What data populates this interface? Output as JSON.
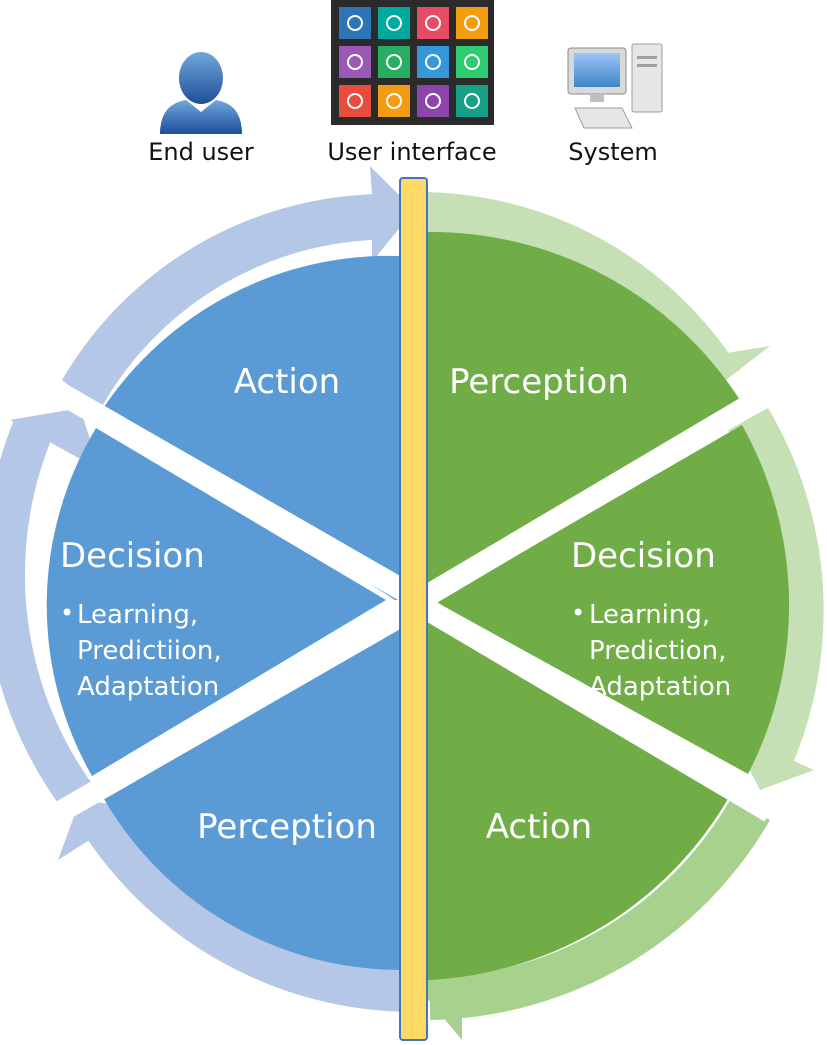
{
  "header": {
    "end_user_label": "End user",
    "user_interface_label": "User interface",
    "system_label": "System"
  },
  "left_cycle": {
    "color": "#5B9BD5",
    "arrow_color": "#B4C7E7",
    "segments": {
      "action": "Action",
      "decision": "Decision",
      "decision_bullet": "•",
      "decision_items": [
        "Learning,",
        "Predictiion,",
        "Adaptation"
      ],
      "perception": "Perception"
    }
  },
  "right_cycle": {
    "color": "#70AD47",
    "arrow_color": "#C5E0B4",
    "segments": {
      "perception": "Perception",
      "decision": "Decision",
      "decision_bullet": "•",
      "decision_items": [
        "Learning,",
        "Prediction,",
        "Adaptation"
      ],
      "action": "Action"
    }
  },
  "interface_bar_color": "#FFD966",
  "app_tile_colors": [
    "#2E75B6",
    "#00A99D",
    "#E84C64",
    "#F39C12",
    "#9B59B6",
    "#27AE60",
    "#3498DB",
    "#2ECC71",
    "#E74C3C",
    "#F39C12",
    "#8E44AD",
    "#16A085"
  ]
}
